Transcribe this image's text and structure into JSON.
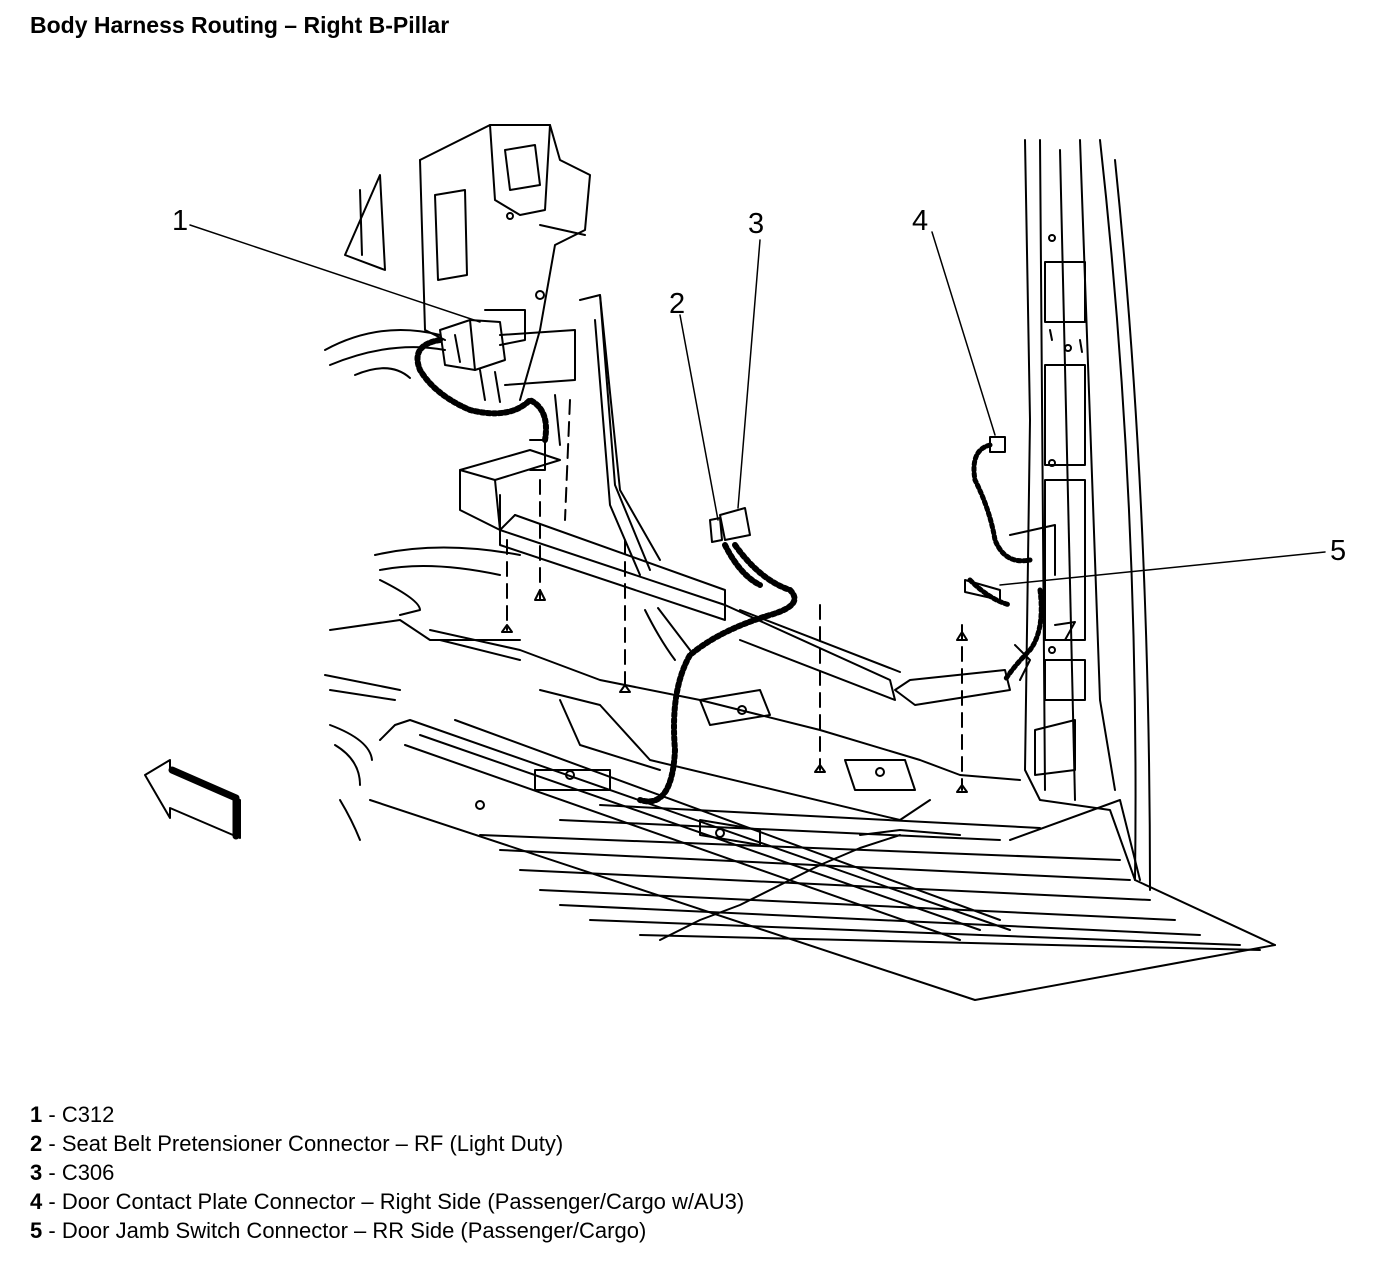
{
  "title": "Body Harness Routing – Right B-Pillar",
  "callouts": [
    "1",
    "2",
    "3",
    "4",
    "5"
  ],
  "legend": [
    {
      "num": "1",
      "sep": " - ",
      "text": "C312"
    },
    {
      "num": "2",
      "sep": " - ",
      "text": "Seat Belt Pretensioner Connector – RF (Light Duty)"
    },
    {
      "num": "3",
      "sep": " - ",
      "text": "C306"
    },
    {
      "num": "4",
      "sep": " - ",
      "text": "Door Contact Plate Connector – Right Side (Passenger/Cargo w/AU3)"
    },
    {
      "num": "5",
      "sep": " - ",
      "text": "Door Jamb Switch Connector – RR Side (Passenger/Cargo)"
    }
  ],
  "icons": {
    "arrow": "front-direction-arrow-icon"
  }
}
